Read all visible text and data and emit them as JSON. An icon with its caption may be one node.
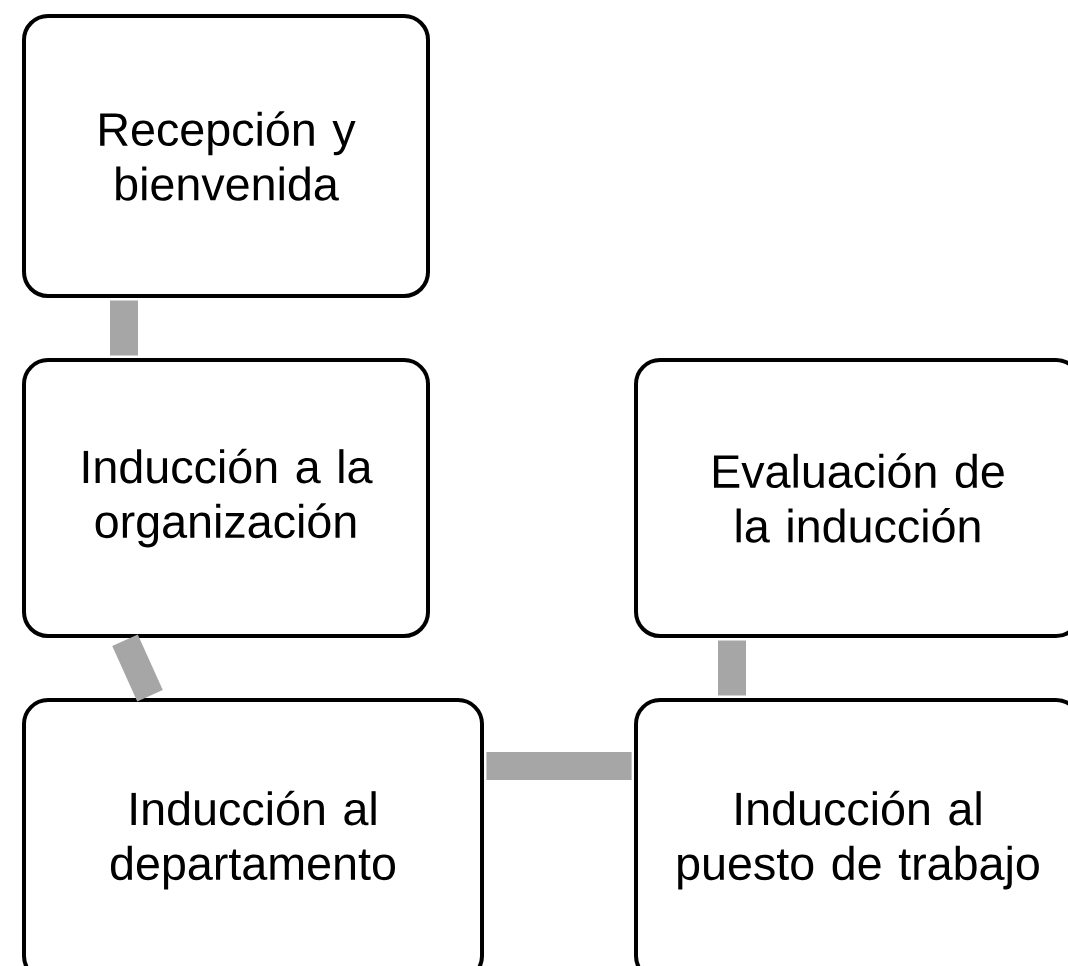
{
  "diagram": {
    "nodes": [
      {
        "text": [
          "Recepción y bienvenida"
        ]
      },
      {
        "text": [
          "Inducción a la organización"
        ]
      },
      {
        "text": [
          "Inducción al departamento"
        ]
      },
      {
        "text": [
          "Evaluación de la inducción"
        ]
      },
      {
        "text": [
          "Inducción al puesto de trabajo"
        ]
      }
    ],
    "edges": [
      {
        "from": 0,
        "to": 1,
        "arrow": "none"
      },
      {
        "from": 1,
        "to": 2,
        "arrow": "none"
      },
      {
        "from": 2,
        "to": 4,
        "arrow": "none"
      },
      {
        "from": 4,
        "to": 3,
        "arrow": "none"
      }
    ]
  }
}
